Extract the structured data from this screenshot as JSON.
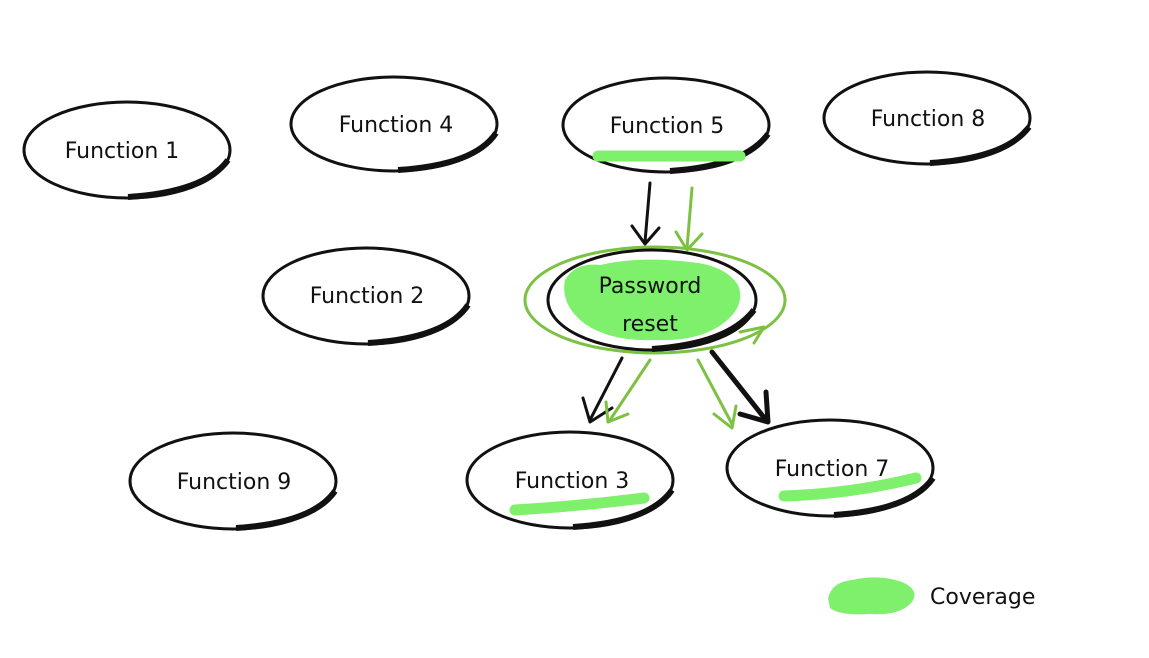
{
  "nodes": {
    "function_1": "Function 1",
    "function_2": "Function 2",
    "function_3": "Function 3",
    "function_4": "Function 4",
    "function_5": "Function 5",
    "function_7": "Function 7",
    "function_8": "Function 8",
    "function_9": "Function 9",
    "password_reset_line1": "Password",
    "password_reset_line2": "reset"
  },
  "legend": {
    "coverage_label": "Coverage"
  },
  "colors": {
    "coverage": "#7ef06b",
    "coverage_arrow": "#7cc242",
    "outline": "#111111"
  }
}
